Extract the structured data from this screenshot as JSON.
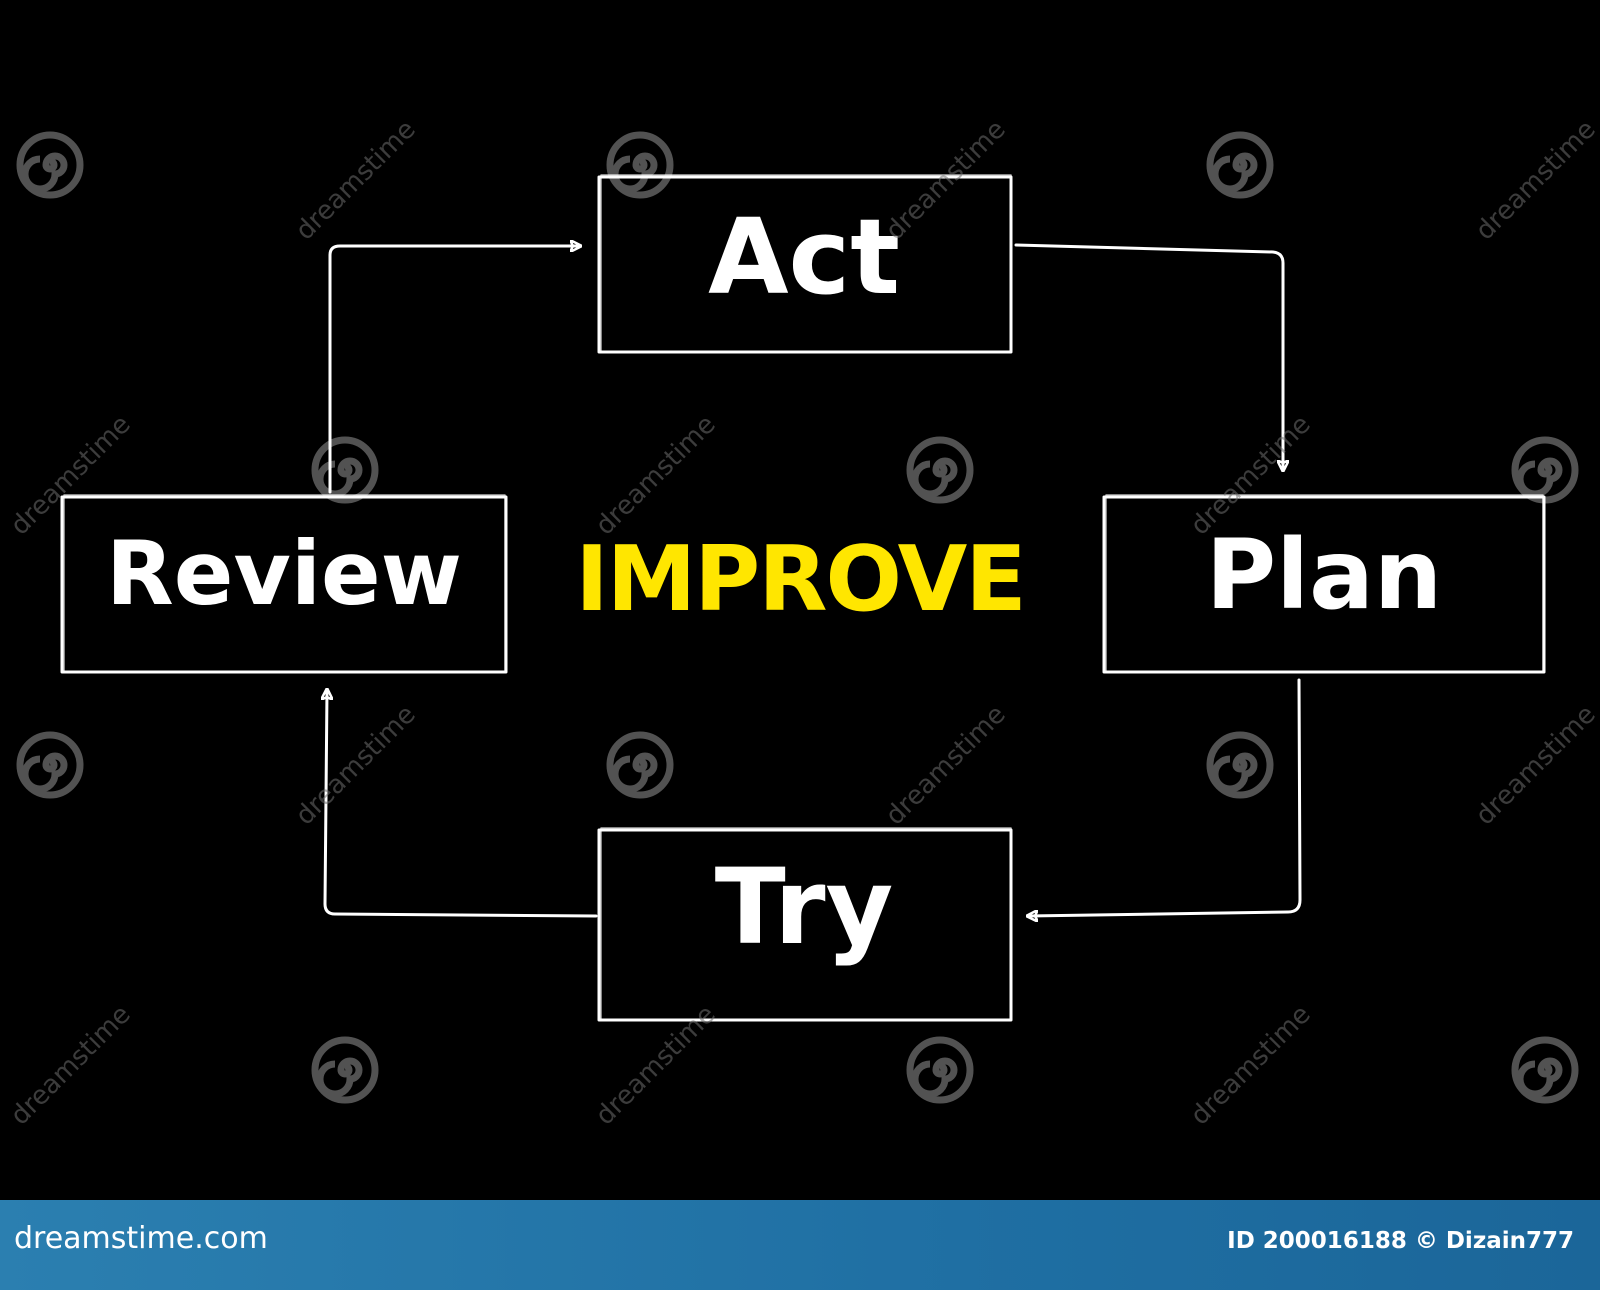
{
  "diagram": {
    "center_title": "IMPROVE",
    "nodes": [
      {
        "id": "act",
        "label": "Act"
      },
      {
        "id": "plan",
        "label": "Plan"
      },
      {
        "id": "try",
        "label": "Try"
      },
      {
        "id": "review",
        "label": "Review"
      }
    ],
    "flow": [
      "act",
      "plan",
      "try",
      "review",
      "act"
    ]
  },
  "watermark": {
    "text": "dreamstime",
    "icon": "spiral-icon"
  },
  "footer": {
    "site": "dreamstime.com",
    "credit": "ID 200016188 © Dizain777"
  },
  "colors": {
    "background": "#000000",
    "box_stroke": "#ffffff",
    "label": "#ffffff",
    "center_title": "#ffe600",
    "footer_bar": "#1f6fa3",
    "watermark": "#6e6e6e"
  }
}
